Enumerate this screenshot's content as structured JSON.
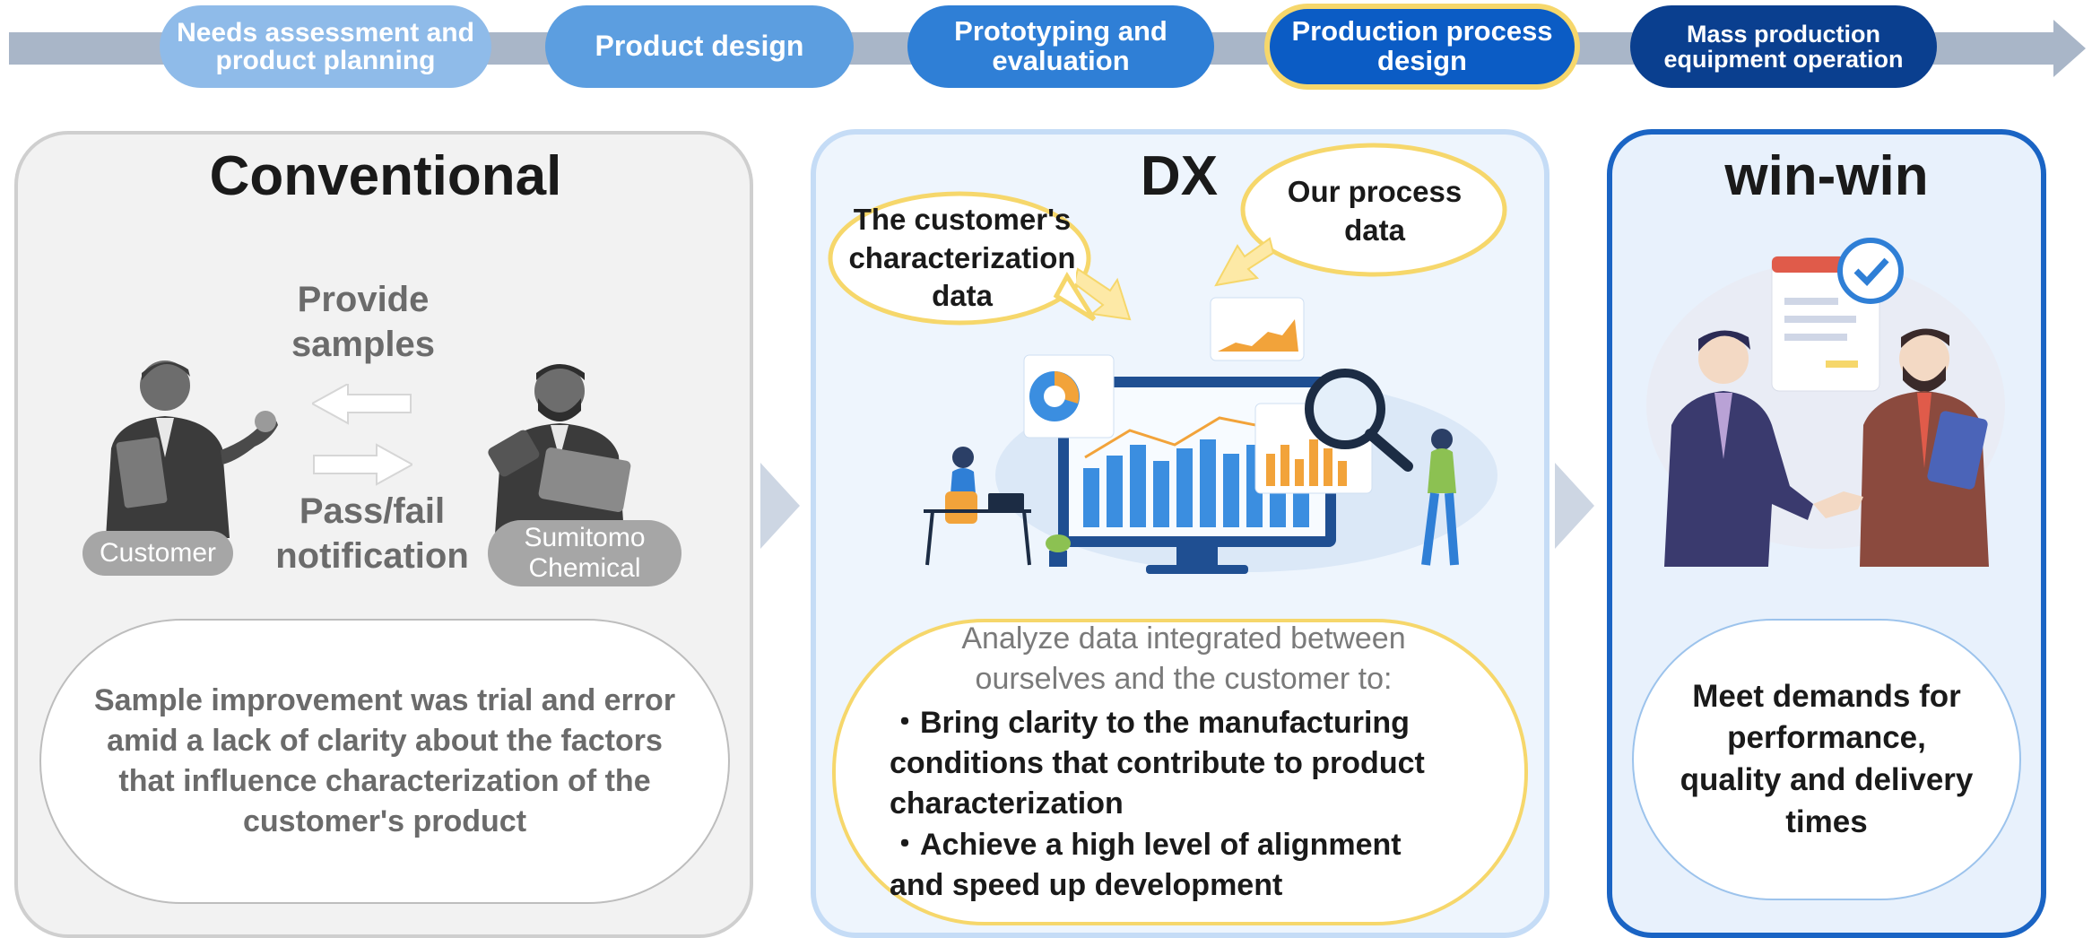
{
  "process_steps": [
    {
      "label": "Needs assessment and product planning",
      "color": "#8fbbe9"
    },
    {
      "label": "Product design",
      "color": "#5c9ee0"
    },
    {
      "label": "Prototyping and evaluation",
      "color": "#2f7fd6"
    },
    {
      "label": "Production process design",
      "color": "#0b5cc5"
    },
    {
      "label": "Mass production equipment operation",
      "color": "#0a3f8f"
    }
  ],
  "conventional": {
    "title": "Conventional",
    "provide_samples": "Provide samples",
    "pass_fail": "Pass/fail notification",
    "customer_label": "Customer",
    "sumitomo_label": "Sumitomo Chemical",
    "summary": "Sample improvement was trial and error amid a lack of clarity about the factors that influence characterization of the customer's product"
  },
  "dx": {
    "title": "DX",
    "bubble_customer": "The customer's characterization data",
    "bubble_process": "Our process data",
    "intro": "Analyze data integrated between ourselves and the customer to:",
    "bullet1": "・Bring clarity to the manufacturing conditions that contribute to product characterization",
    "bullet2": "・Achieve a high level of alignment and speed up development"
  },
  "winwin": {
    "title": "win-win",
    "summary": "Meet demands for performance, quality and delivery times"
  },
  "colors": {
    "arrow": "#a9b6c8",
    "highlight": "#f6d76b",
    "panel_grey": "#f2f2f2",
    "panel_dx": "#eef5fd",
    "panel_win": "#e8f1fc",
    "win_border": "#1a64c4"
  }
}
